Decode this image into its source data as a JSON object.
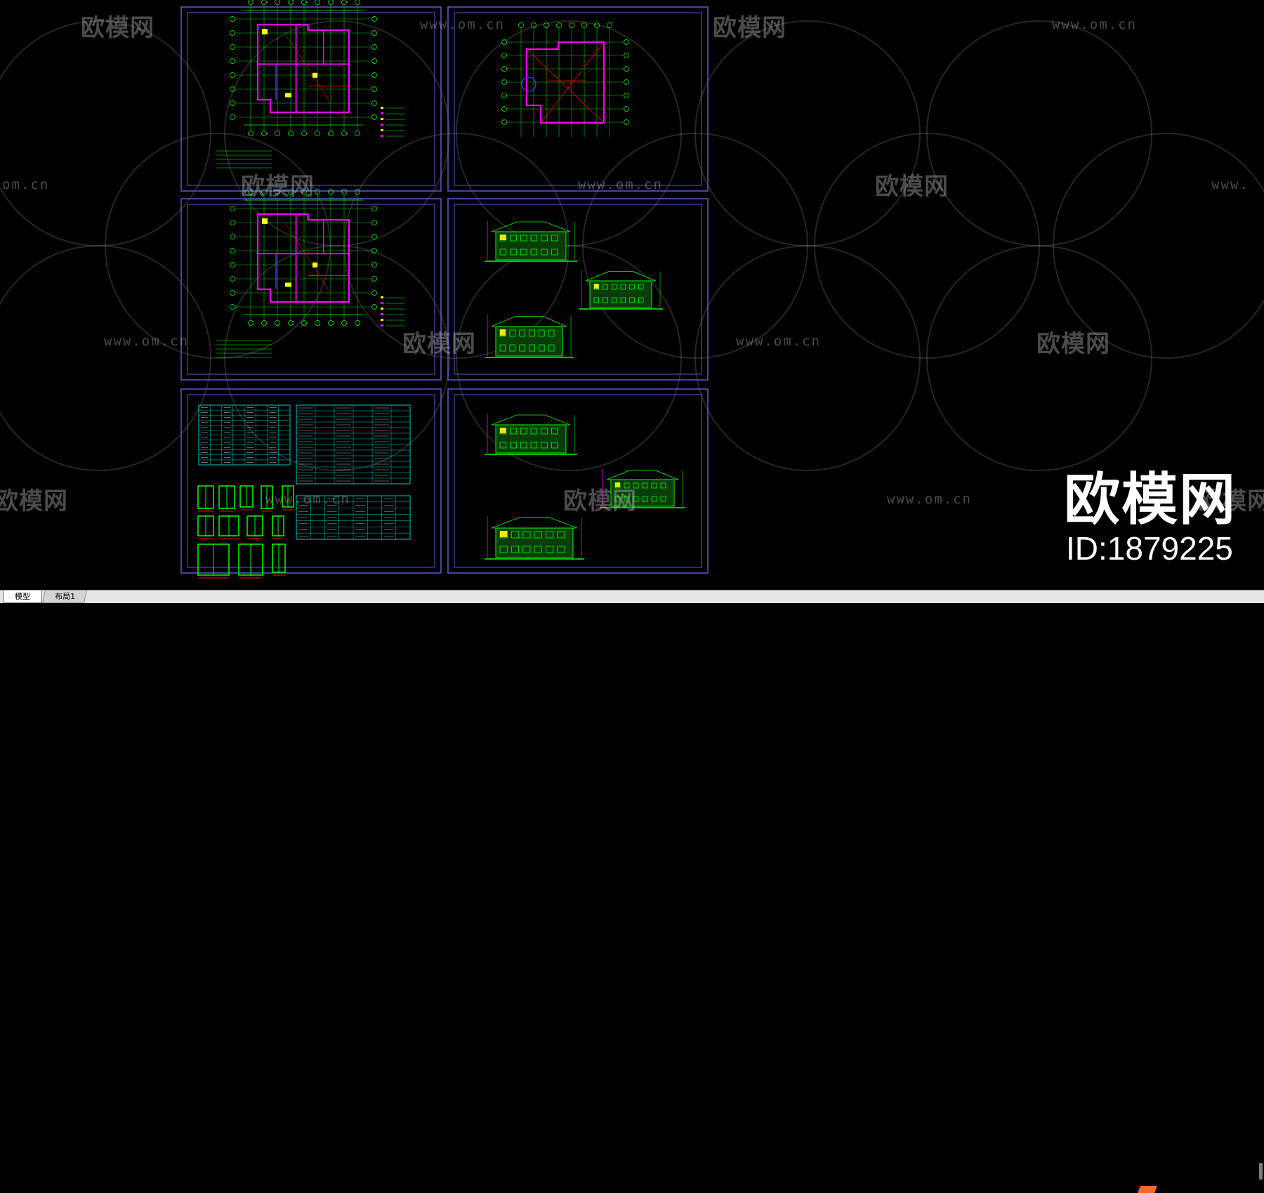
{
  "watermark": {
    "logo_text": "欧模网",
    "url_text": "www.om.cn",
    "url_fragment_left": "om.cn",
    "url_fragment_right": "www.",
    "logo_fragment": "欧模网"
  },
  "brand": {
    "name": "欧模网",
    "id_text": "ID:1879225"
  },
  "tabs": [
    {
      "label": "模型",
      "active": true
    },
    {
      "label": "布局1",
      "active": false
    }
  ],
  "colors": {
    "background": "#000000",
    "frame": "#5a5ad2",
    "wall": "#ff00ff",
    "plan_green": "#00ff00",
    "dim_green": "#00d200",
    "window_yellow": "#ffff00",
    "red_line": "#ff0000",
    "table_cyan": "#00c8c8"
  }
}
